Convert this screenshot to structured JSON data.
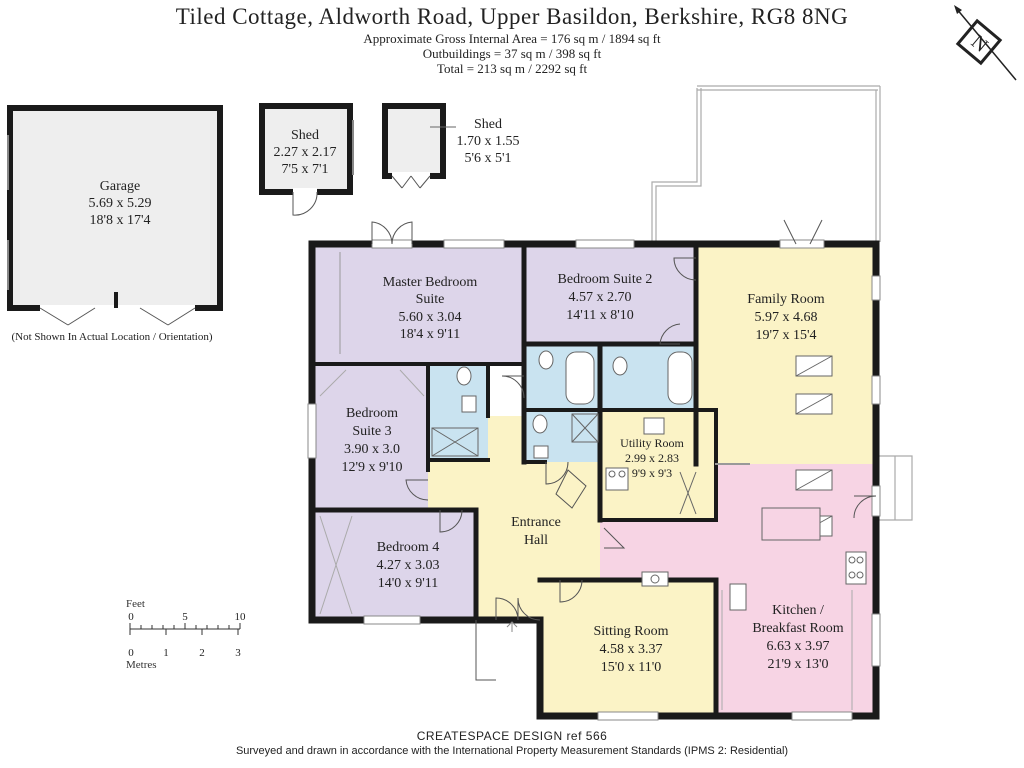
{
  "header": {
    "title": "Tiled Cottage, Aldworth Road, Upper Basildon, Berkshire, RG8 8NG",
    "gross_area": "Approximate Gross Internal Area = 176 sq m / 1894 sq ft",
    "outbuildings": "Outbuildings = 37 sq m /  398 sq ft",
    "total": "Total = 213 sq m /  2292 sq ft"
  },
  "compass": {
    "label": "N",
    "icon": "north-arrow-icon"
  },
  "outbuildings": {
    "garage": {
      "name": "Garage",
      "metric": "5.69 x 5.29",
      "imperial": "18'8 x 17'4"
    },
    "shed1": {
      "name": "Shed",
      "metric": "2.27 x 2.17",
      "imperial": "7'5 x 7'1"
    },
    "shed2": {
      "name": "Shed",
      "metric": "1.70 x 1.55",
      "imperial": "5'6 x 5'1"
    },
    "note": "(Not Shown In Actual Location / Orientation)"
  },
  "rooms": {
    "master": {
      "name": "Master Bedroom",
      "name2": "Suite",
      "metric": "5.60 x 3.04",
      "imperial": "18'4 x 9'11"
    },
    "bed2": {
      "name": "Bedroom Suite 2",
      "metric": "4.57 x 2.70",
      "imperial": "14'11 x 8'10"
    },
    "family": {
      "name": "Family Room",
      "metric": "5.97 x 4.68",
      "imperial": "19'7 x 15'4"
    },
    "bed3": {
      "name": "Bedroom",
      "name2": "Suite 3",
      "metric": "3.90 x 3.0",
      "imperial": "12'9 x 9'10"
    },
    "utility": {
      "name": "Utility Room",
      "metric": "2.99 x 2.83",
      "imperial": "9'9 x 9'3"
    },
    "hall": {
      "name": "Entrance",
      "name2": "Hall"
    },
    "bed4": {
      "name": "Bedroom 4",
      "metric": "4.27 x 3.03",
      "imperial": "14'0 x 9'11"
    },
    "sitting": {
      "name": "Sitting Room",
      "metric": "4.58 x 3.37",
      "imperial": "15'0 x 11'0"
    },
    "kitchen": {
      "name": "Kitchen /",
      "name2": "Breakfast Room",
      "metric": "6.63 x 3.97",
      "imperial": "21'9 x 13'0"
    }
  },
  "scale": {
    "feet_label": "Feet",
    "feet_ticks": [
      "0",
      "5",
      "10"
    ],
    "metres_label": "Metres",
    "metre_ticks": [
      "0",
      "1",
      "2",
      "3"
    ]
  },
  "colors": {
    "wall": "#1a1a1a",
    "bedroom": "#ddd5ea",
    "bathroom": "#c9e3f0",
    "hall": "#fbf3c6",
    "family": "#fbf3c6",
    "kitchen": "#f7d4e4",
    "sitting": "#fbf3c6",
    "outbuilding": "#eeeeee"
  },
  "footer": {
    "brand": "CREATESPACE DESIGN  ref  566",
    "note": "Surveyed and drawn in accordance with the International Property Measurement Standards (IPMS 2: Residential)"
  }
}
